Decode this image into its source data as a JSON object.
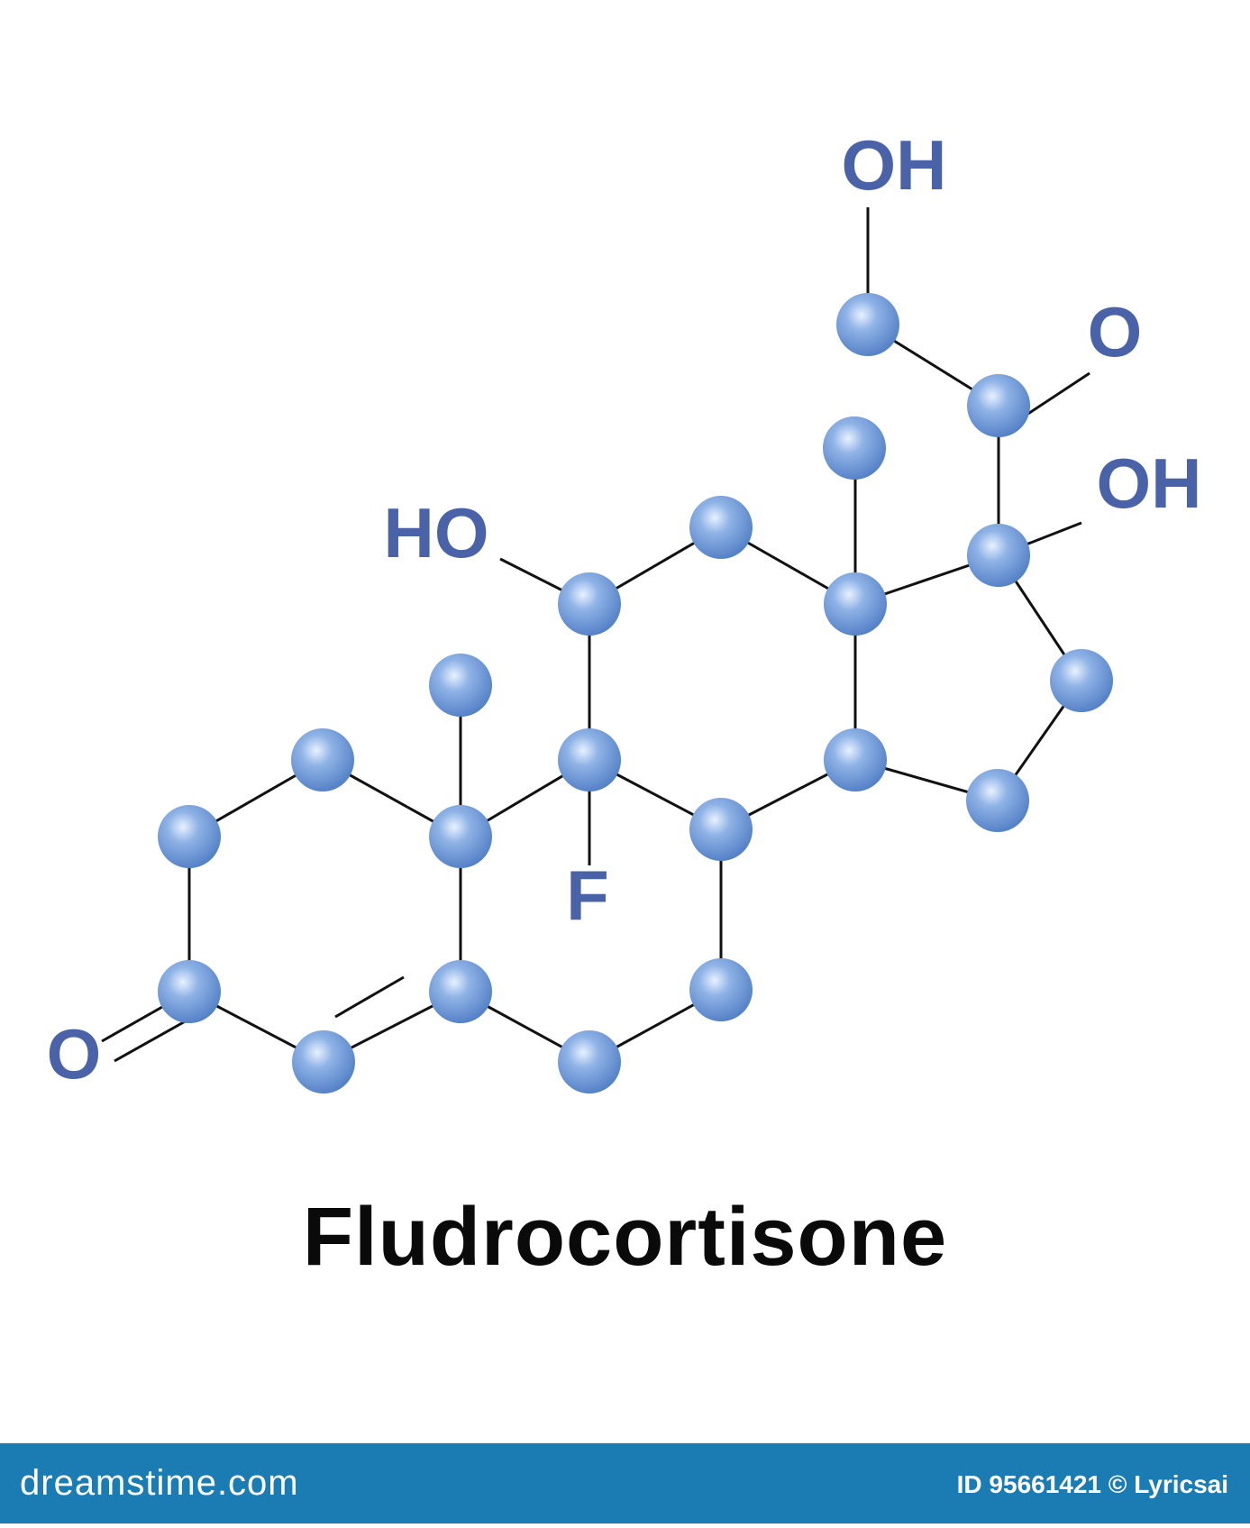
{
  "title": "Fludrocortisone",
  "colors": {
    "atom": "#6f9ad8",
    "label": "#4a62a8",
    "bond": "#111111",
    "footer": "#1b7cb4"
  },
  "labels": {
    "oh_top": "OH",
    "o_ketone_side": "O",
    "oh_right": "OH",
    "ho_left": "HO",
    "f": "F",
    "o_ring": "O"
  },
  "footer": {
    "brand": "dreamstime.com",
    "credit": "ID 95661421 © Lyricsai"
  }
}
